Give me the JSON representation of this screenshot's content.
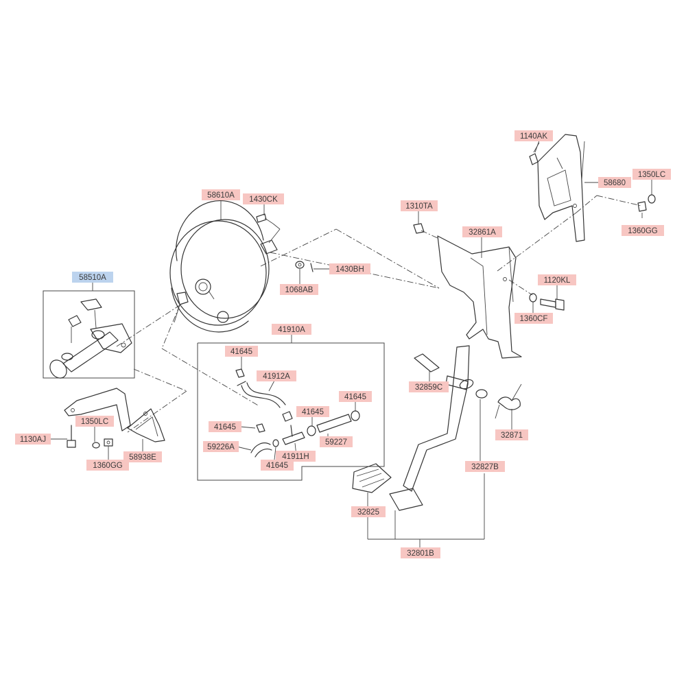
{
  "labels": {
    "p58510A": "58510A",
    "p58610A": "58610A",
    "p1430CK": "1430CK",
    "p1430BH": "1430BH",
    "p1068AB": "1068AB",
    "p41910A": "41910A",
    "p41645a": "41645",
    "p41912A": "41912A",
    "p41645b": "41645",
    "p41645c": "41645",
    "p41645d": "41645",
    "p59227": "59227",
    "p59226A": "59226A",
    "p41911H": "41911H",
    "p41645e": "41645",
    "p1350LC_left": "1350LC",
    "p1130AJ": "1130AJ",
    "p1360GG_left": "1360GG",
    "p58938E": "58938E",
    "p1140AK": "1140AK",
    "p58680": "58680",
    "p1350LC_right": "1350LC",
    "p1360GG_right": "1360GG",
    "p1310TA": "1310TA",
    "p32861A": "32861A",
    "p1120KL": "1120KL",
    "p1360CF": "1360CF",
    "p32859C": "32859C",
    "p32871": "32871",
    "p32827B": "32827B",
    "p32825": "32825",
    "p32801B": "32801B"
  },
  "colors": {
    "label_fill": "#f7c6c2",
    "label_fill_highlight": "#bcd3ee",
    "line": "#333333"
  }
}
